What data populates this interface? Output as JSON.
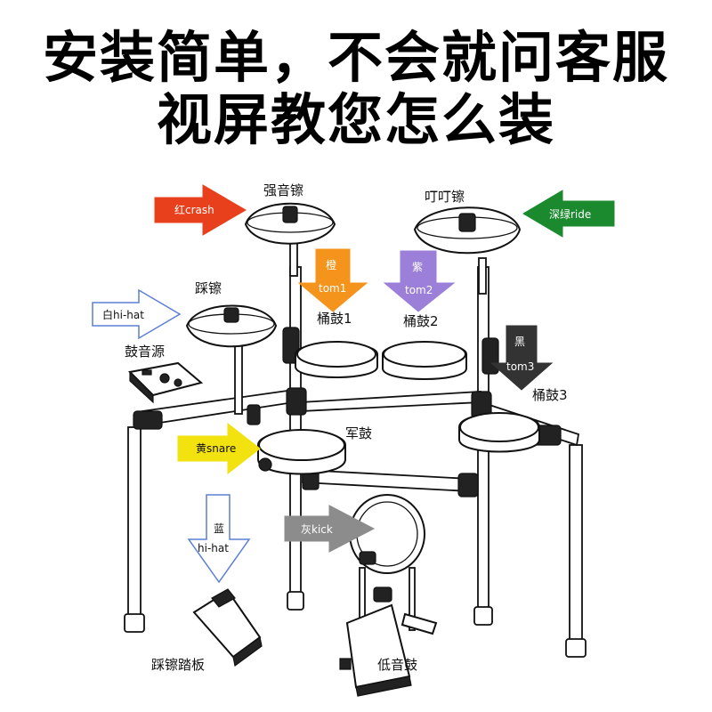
{
  "headline": {
    "line1": "安装简单，不会就问客服",
    "line2": "视屏教您怎么装"
  },
  "parts": {
    "crash": "强音镲",
    "ride": "叮叮镲",
    "hihat": "踩镲",
    "module": "鼓音源",
    "tom1": "桶鼓1",
    "tom2": "桶鼓2",
    "tom3": "桶鼓3",
    "snare": "军鼓",
    "hihat_pedal": "踩镲踏板",
    "kick": "低音鼓"
  },
  "arrows": {
    "crash": {
      "text": "红crash",
      "color": "#e8401c",
      "text_color": "#ffffff"
    },
    "ride": {
      "text": "深绿ride",
      "color": "#1b8a2e",
      "text_color": "#ffffff"
    },
    "hihat": {
      "text": "白hi-hat",
      "color": "#ffffff",
      "stroke": "#5b7fd6",
      "text_color": "#111111"
    },
    "tom1": {
      "line1": "橙",
      "line2": "tom1",
      "color": "#f5941d",
      "text_color": "#ffffff"
    },
    "tom2": {
      "line1": "紫",
      "line2": "tom2",
      "color": "#9b7fd9",
      "text_color": "#ffffff"
    },
    "tom3": {
      "line1": "黑",
      "line2": "tom3",
      "color": "#333333",
      "text_color": "#ffffff"
    },
    "snare": {
      "text": "黄snare",
      "color": "#f2e20f",
      "text_color": "#111111"
    },
    "hihat_pedal": {
      "line1": "蓝",
      "line2": "hi-hat",
      "color": "#ffffff",
      "stroke": "#5b7fd6",
      "text_color": "#111111"
    },
    "kick": {
      "text": "灰kick",
      "color": "#8c8c8c",
      "text_color": "#ffffff"
    }
  }
}
